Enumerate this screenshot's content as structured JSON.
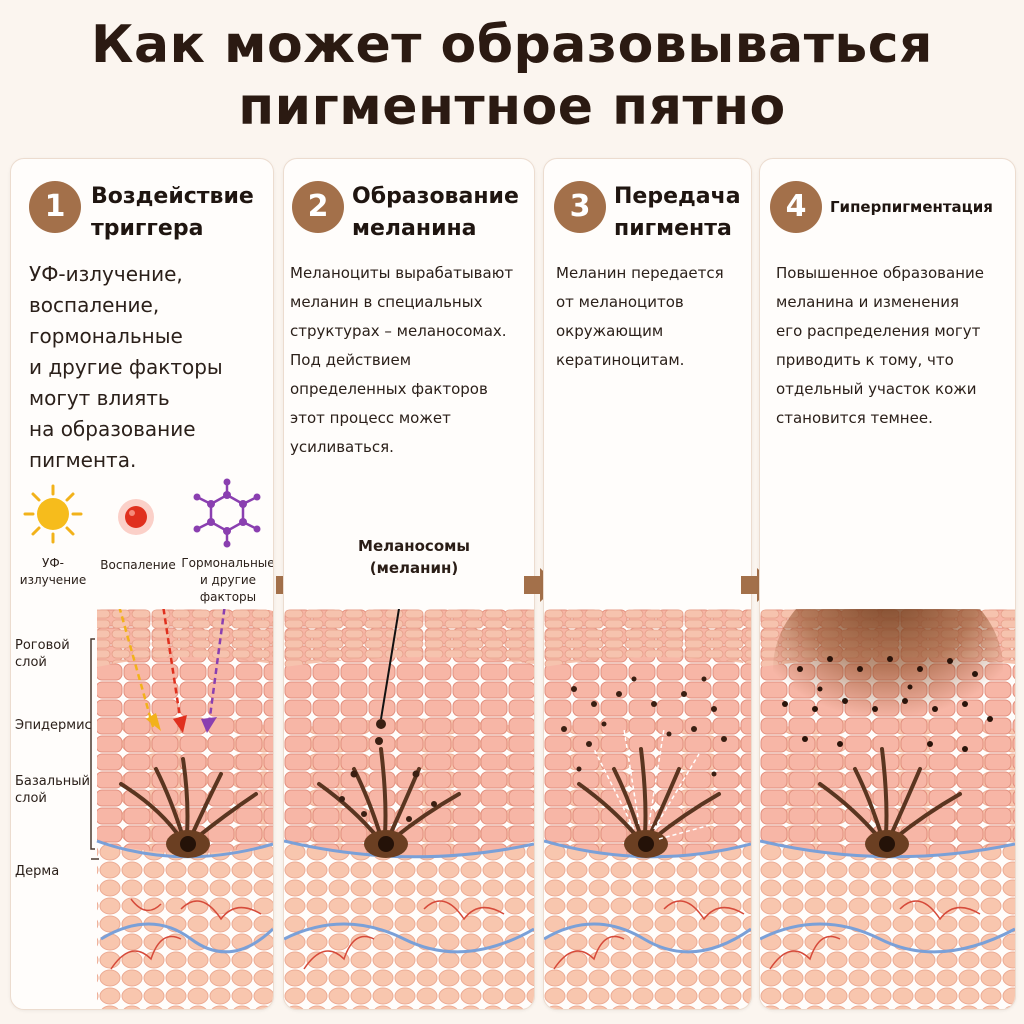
{
  "title": {
    "line1": "Как может образовываться",
    "line2": "пигментное пятно"
  },
  "steps": [
    {
      "number": "1",
      "title_line1": "Воздействие",
      "title_line2": "триггера",
      "text": [
        "УФ-излучение,",
        "воспаление,",
        "гормональные",
        "и другие факторы",
        "могут влиять",
        "на образование",
        "пигмента."
      ]
    },
    {
      "number": "2",
      "title_line1": "Образование",
      "title_line2": "меланина",
      "text": [
        "Меланоциты вырабатывают",
        "меланин в специальных",
        "структурах – меланосомах.",
        "Под действием",
        "определенных факторов",
        "этот процесс может",
        "усиливаться."
      ]
    },
    {
      "number": "3",
      "title_line1": "Передача",
      "title_line2": "пигмента",
      "text": [
        "Меланин передается",
        "от меланоцитов",
        "окружающим",
        "кератиноцитам."
      ]
    },
    {
      "number": "4",
      "title_line1": "Гиперпигментация",
      "title_line2": "",
      "text": [
        "Повышенное образование",
        "меланина и изменения",
        "его распределения могут",
        "приводить к тому, что",
        "отдельный участок кожи",
        "становится темнее."
      ]
    }
  ],
  "factors": {
    "uv_line1": "УФ-",
    "uv_line2": "излучение",
    "inflammation": "Воспаление",
    "hormonal_line1": "Гормональные",
    "hormonal_line2": "и другие",
    "hormonal_line3": "факторы"
  },
  "layers": {
    "stratum_corneum_line1": "Роговой",
    "stratum_corneum_line2": "слой",
    "epidermis": "Эпидермис",
    "basal_line1": "Базальный",
    "basal_line2": "слой",
    "dermis": "Дерма"
  },
  "melanosomes_label": {
    "line1": "Меланосомы",
    "line2": "(меланин)"
  },
  "colors": {
    "accent": "#a3704a",
    "uv": "#f2b21a",
    "inflammation": "#e0301e",
    "hormonal": "#8a3fb0",
    "melanin": "#3a1f12"
  }
}
